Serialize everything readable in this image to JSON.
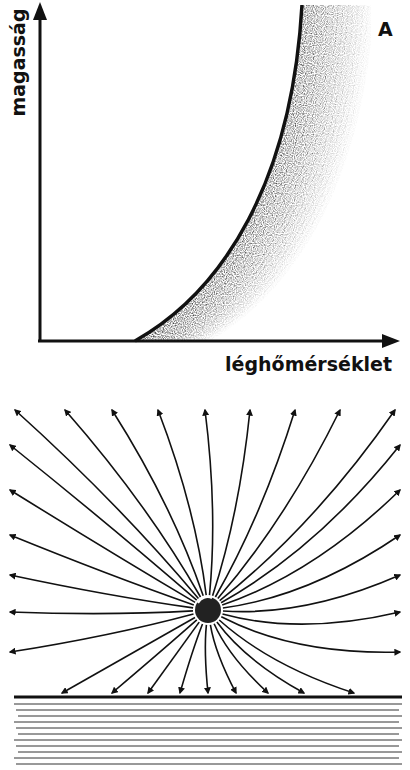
{
  "diagram": {
    "labels": [
      "A",
      "magasság",
      "léghőmérséklet"
    ]
  }
}
